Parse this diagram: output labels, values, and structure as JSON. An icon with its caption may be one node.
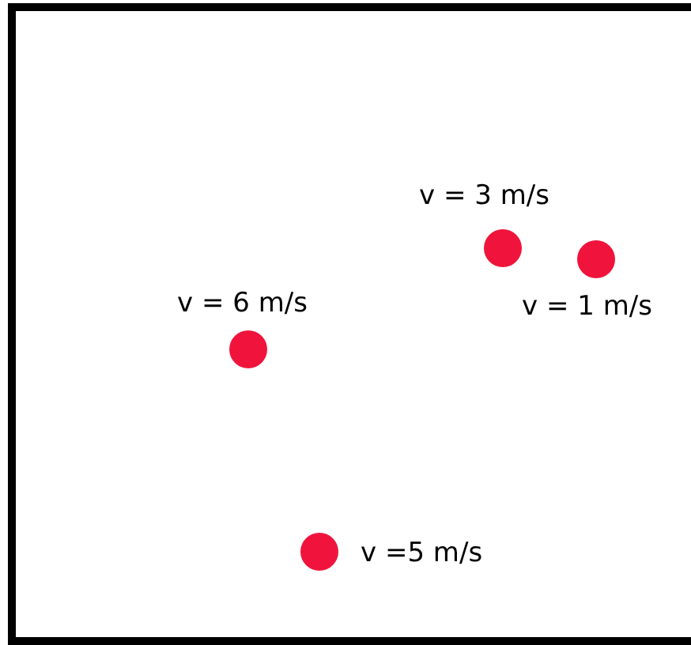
{
  "diagram": {
    "nodes": [
      {
        "text": [],
        "shape": "circle",
        "beside": [
          "v = 3 m/s"
        ]
      },
      {
        "text": [],
        "shape": "circle",
        "beside": [
          "v = 1 m/s"
        ]
      },
      {
        "text": [],
        "shape": "circle",
        "beside": [
          "v = 6 m/s"
        ]
      },
      {
        "text": [],
        "shape": "circle",
        "beside": [
          "v =5 m/s"
        ]
      }
    ]
  }
}
